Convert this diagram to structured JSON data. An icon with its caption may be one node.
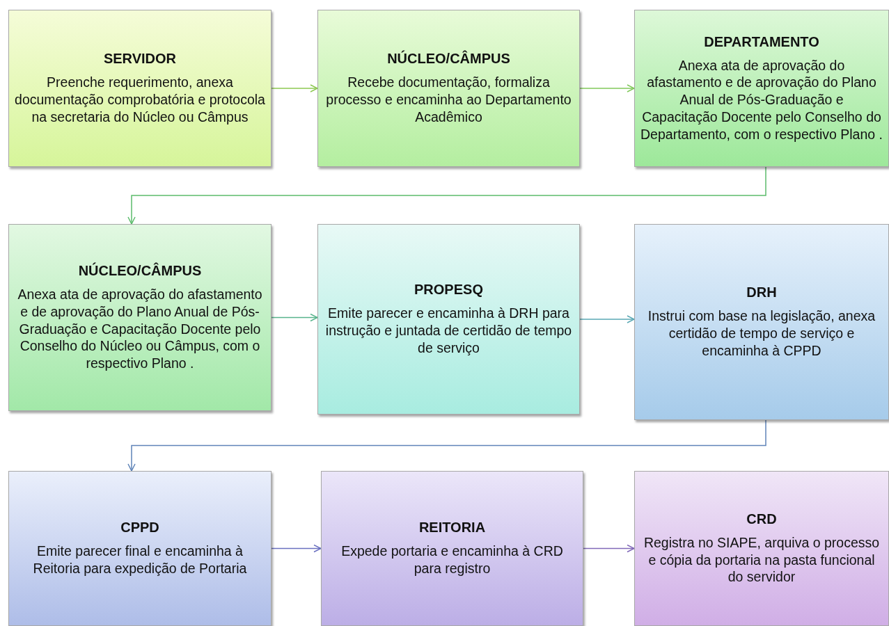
{
  "diagram": {
    "nodes": [
      {
        "text": [
          "SERVIDOR",
          "Preenche requerimento, anexa documentação comprobatória e protocola na secretaria do Núcleo ou Câmpus"
        ]
      },
      {
        "text": [
          "NÚCLEO/CÂMPUS",
          "Recebe documentação, formaliza processo e encaminha ao Departamento Acadêmico"
        ]
      },
      {
        "text": [
          "DEPARTAMENTO",
          "Anexa ata de aprovação do afastamento e de aprovação do Plano Anual de Pós-Graduação e Capacitação Docente pelo Conselho do Departamento, com o respectivo Plano ."
        ]
      },
      {
        "text": [
          "NÚCLEO/CÂMPUS",
          "Anexa ata de aprovação do afastamento e de aprovação do Plano Anual de Pós-Graduação e Capacitação Docente pelo Conselho do Núcleo ou Câmpus, com o respectivo Plano ."
        ]
      },
      {
        "text": [
          "PROPESQ",
          "Emite parecer e encaminha à DRH para instrução e juntada de certidão de tempo de serviço"
        ]
      },
      {
        "text": [
          "DRH",
          "Instrui com base na legislação, anexa certidão de tempo de serviço e encaminha à CPPD"
        ]
      },
      {
        "text": [
          "CPPD",
          "Emite parecer final e encaminha à Reitoria para expedição de Portaria"
        ]
      },
      {
        "text": [
          "REITORIA",
          "Expede portaria e encaminha à CRD para registro"
        ]
      },
      {
        "text": [
          "CRD",
          "Registra no SIAPE, arquiva o processo e cópia da portaria na pasta funcional do servidor"
        ]
      }
    ],
    "edges": [
      {
        "from": 0,
        "to": 1,
        "arrow": "to",
        "color": "#8cc850"
      },
      {
        "from": 1,
        "to": 2,
        "arrow": "to",
        "color": "#80c85a"
      },
      {
        "from": 2,
        "to": 3,
        "arrow": "to",
        "color": "#5cbc6c"
      },
      {
        "from": 3,
        "to": 4,
        "arrow": "to",
        "color": "#58b48c"
      },
      {
        "from": 4,
        "to": 5,
        "arrow": "to",
        "color": "#5aa8b4"
      },
      {
        "from": 5,
        "to": 6,
        "arrow": "to",
        "color": "#5f84b8"
      },
      {
        "from": 6,
        "to": 7,
        "arrow": "to",
        "color": "#6a70c0"
      },
      {
        "from": 7,
        "to": 8,
        "arrow": "to",
        "color": "#8068b8"
      }
    ]
  }
}
